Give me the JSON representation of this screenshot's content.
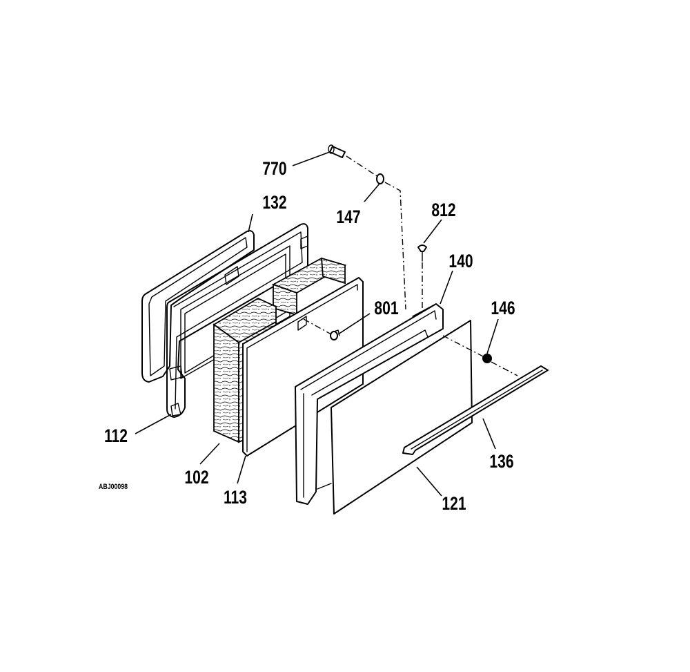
{
  "diagram": {
    "reference_code": "ABJ00098",
    "labels": {
      "p770": "770",
      "p147": "147",
      "p132": "132",
      "p812": "812",
      "p140": "140",
      "p801": "801",
      "p146": "146",
      "p112": "112",
      "p102": "102",
      "p113": "113",
      "p136": "136",
      "p121": "121"
    }
  }
}
